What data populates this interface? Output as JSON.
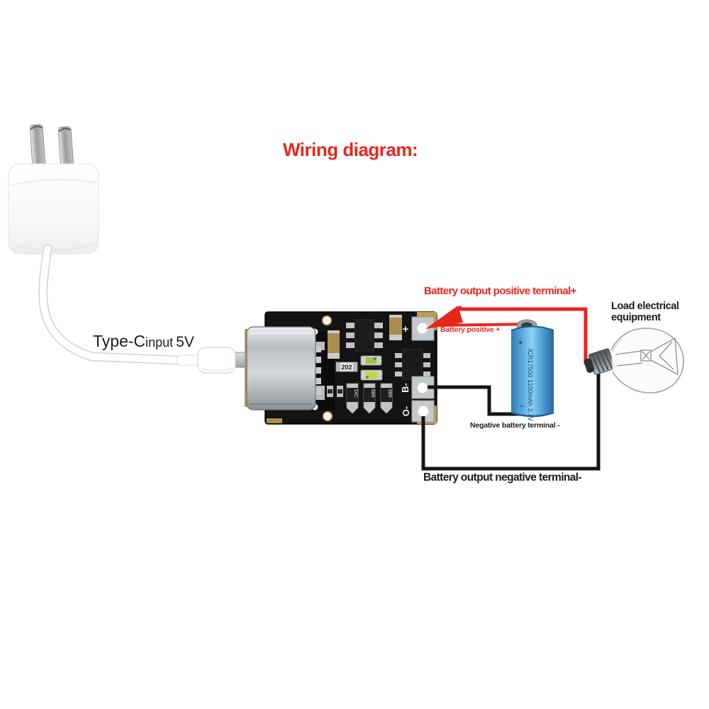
{
  "title": {
    "text": "Wiring diagram:"
  },
  "labels": {
    "input": {
      "part1": "Type-C",
      "part2": "input",
      "part3": "5V"
    },
    "battery_output_positive": "Battery output positive terminal+",
    "battery_positive": "Battery positive +",
    "load_line1": "Load electrical",
    "load_line2": "equipment",
    "negative_battery_terminal": "Negative battery terminal -",
    "battery_output_negative": "Battery output negative terminal-"
  },
  "pcb": {
    "pads": {
      "positive": "+",
      "b_minus": "B-",
      "o_minus": "O-"
    },
    "components": {
      "resistor": "202",
      "sot1": "DIC",
      "sot2": "689",
      "sot3": "689"
    }
  },
  "battery": {
    "plus": "+",
    "label": "ICR17500 1100mAh 3.7V",
    "minus": "-"
  },
  "graphics": [
    "power-adapter",
    "usb-cable",
    "type-c-plug",
    "charging-module-pcb",
    "type-c-port",
    "lithium-battery-cell",
    "light-bulb"
  ],
  "colors": {
    "accent_red": "#e8251d",
    "wire_black": "#141414",
    "battery_blue": "#4a9fd8",
    "board_black": "#131313",
    "pad_silver": "#c6c9cc"
  }
}
